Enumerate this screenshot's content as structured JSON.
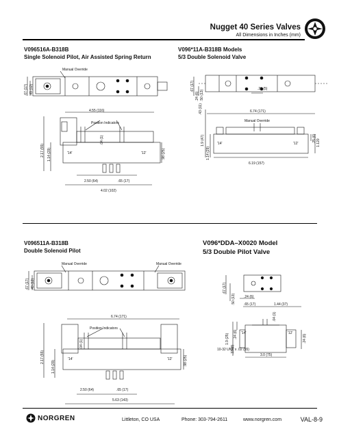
{
  "header": {
    "title": "Nugget 40 Series Valves",
    "subtitle": "All Dimensions in Inches (mm)"
  },
  "sections": [
    {
      "model": "V096516A-B318B",
      "description": "Single Solenoid Pilot, Air Assisted Spring Return",
      "labels": {
        "manual_override": "Manual Override",
        "position_indicators": "Position Indicators",
        "port_14": "'14'",
        "port_12": "'12'"
      },
      "dimensions": {
        "top_h1": ".67 (17)",
        "top_h2": ".49 (12)",
        "overall_length": "4.55 (116)",
        "height_total": "2.17 (55)",
        "height_base": "1.14 (29)",
        "stem": ".04 (1)",
        "right_h": ".98 (25)",
        "pitch": "2.50 (64)",
        "offset": ".65 (17)",
        "base_length": "4.02 (102)"
      }
    },
    {
      "model": "V096*11A-B318B Models",
      "description": "5/3 Double Solenoid Valve",
      "labels": {
        "manual_override": "Manual Override",
        "port_14": "'14'",
        "port_12": "'12'"
      },
      "dimensions": {
        "top_h1": ".67 (17)",
        "top_h2": ".24 (6)",
        "top_h3": ".50 (13)",
        "top_w": ".20 (5)",
        "overall_length": "6.74 (171)",
        "left_h": ".43 (11)",
        "height_total": "1.9 (47)",
        "height_base": "1.14 (29)",
        "right_h1": ".25 (6)",
        "right_h2": "1.120",
        "base_length": "6.19 (157)"
      }
    },
    {
      "model": "V096511A-B318B",
      "description": "Double Solenoid Pilot",
      "labels": {
        "manual_override_left": "Manual Override",
        "manual_override_right": "Manual Override",
        "position_indicators": "Position Indicators",
        "port_14": "'14'",
        "port_12": "'12'"
      },
      "dimensions": {
        "top_h1": ".67 (17)",
        "top_h2": ".49 (12)",
        "overall_length": "6.74 (171)",
        "height_total": "2.17 (55)",
        "height_base": "1.14 (29)",
        "stem": ".04 (1)",
        "right_h": ".98 (25)",
        "pitch": "2.50 (64)",
        "offset": ".65 (17)",
        "base_length": "5.63 (143)"
      }
    },
    {
      "model": "V096*DDA–X0020 Model",
      "description": "5/3 Double Pilot Valve",
      "labels": {
        "port_14": "'14'",
        "port_12": "'12'",
        "thread": "10-32 UNF x .02 (55)"
      },
      "dimensions": {
        "top_h1": ".67 (17)",
        "top_h2": ".50 (13)",
        "top_w1": ".24 (6)",
        "top_w2": ".65 (17)",
        "top_w3": "1.44 (37)",
        "left_h1": ".24 (6)",
        "left_h2": "1.9 (25)",
        "left_h3": ".33 (8)",
        "stem": ".04 (1)",
        "right_h": ".24 (6)",
        "base_length": "3.0 (75)"
      }
    }
  ],
  "footer": {
    "brand": "NORGREN",
    "location": "Littleton,  CO  USA",
    "phone": "Phone: 303-794-2611",
    "website": "www.norgren.com",
    "page": "VAL-8-9"
  }
}
